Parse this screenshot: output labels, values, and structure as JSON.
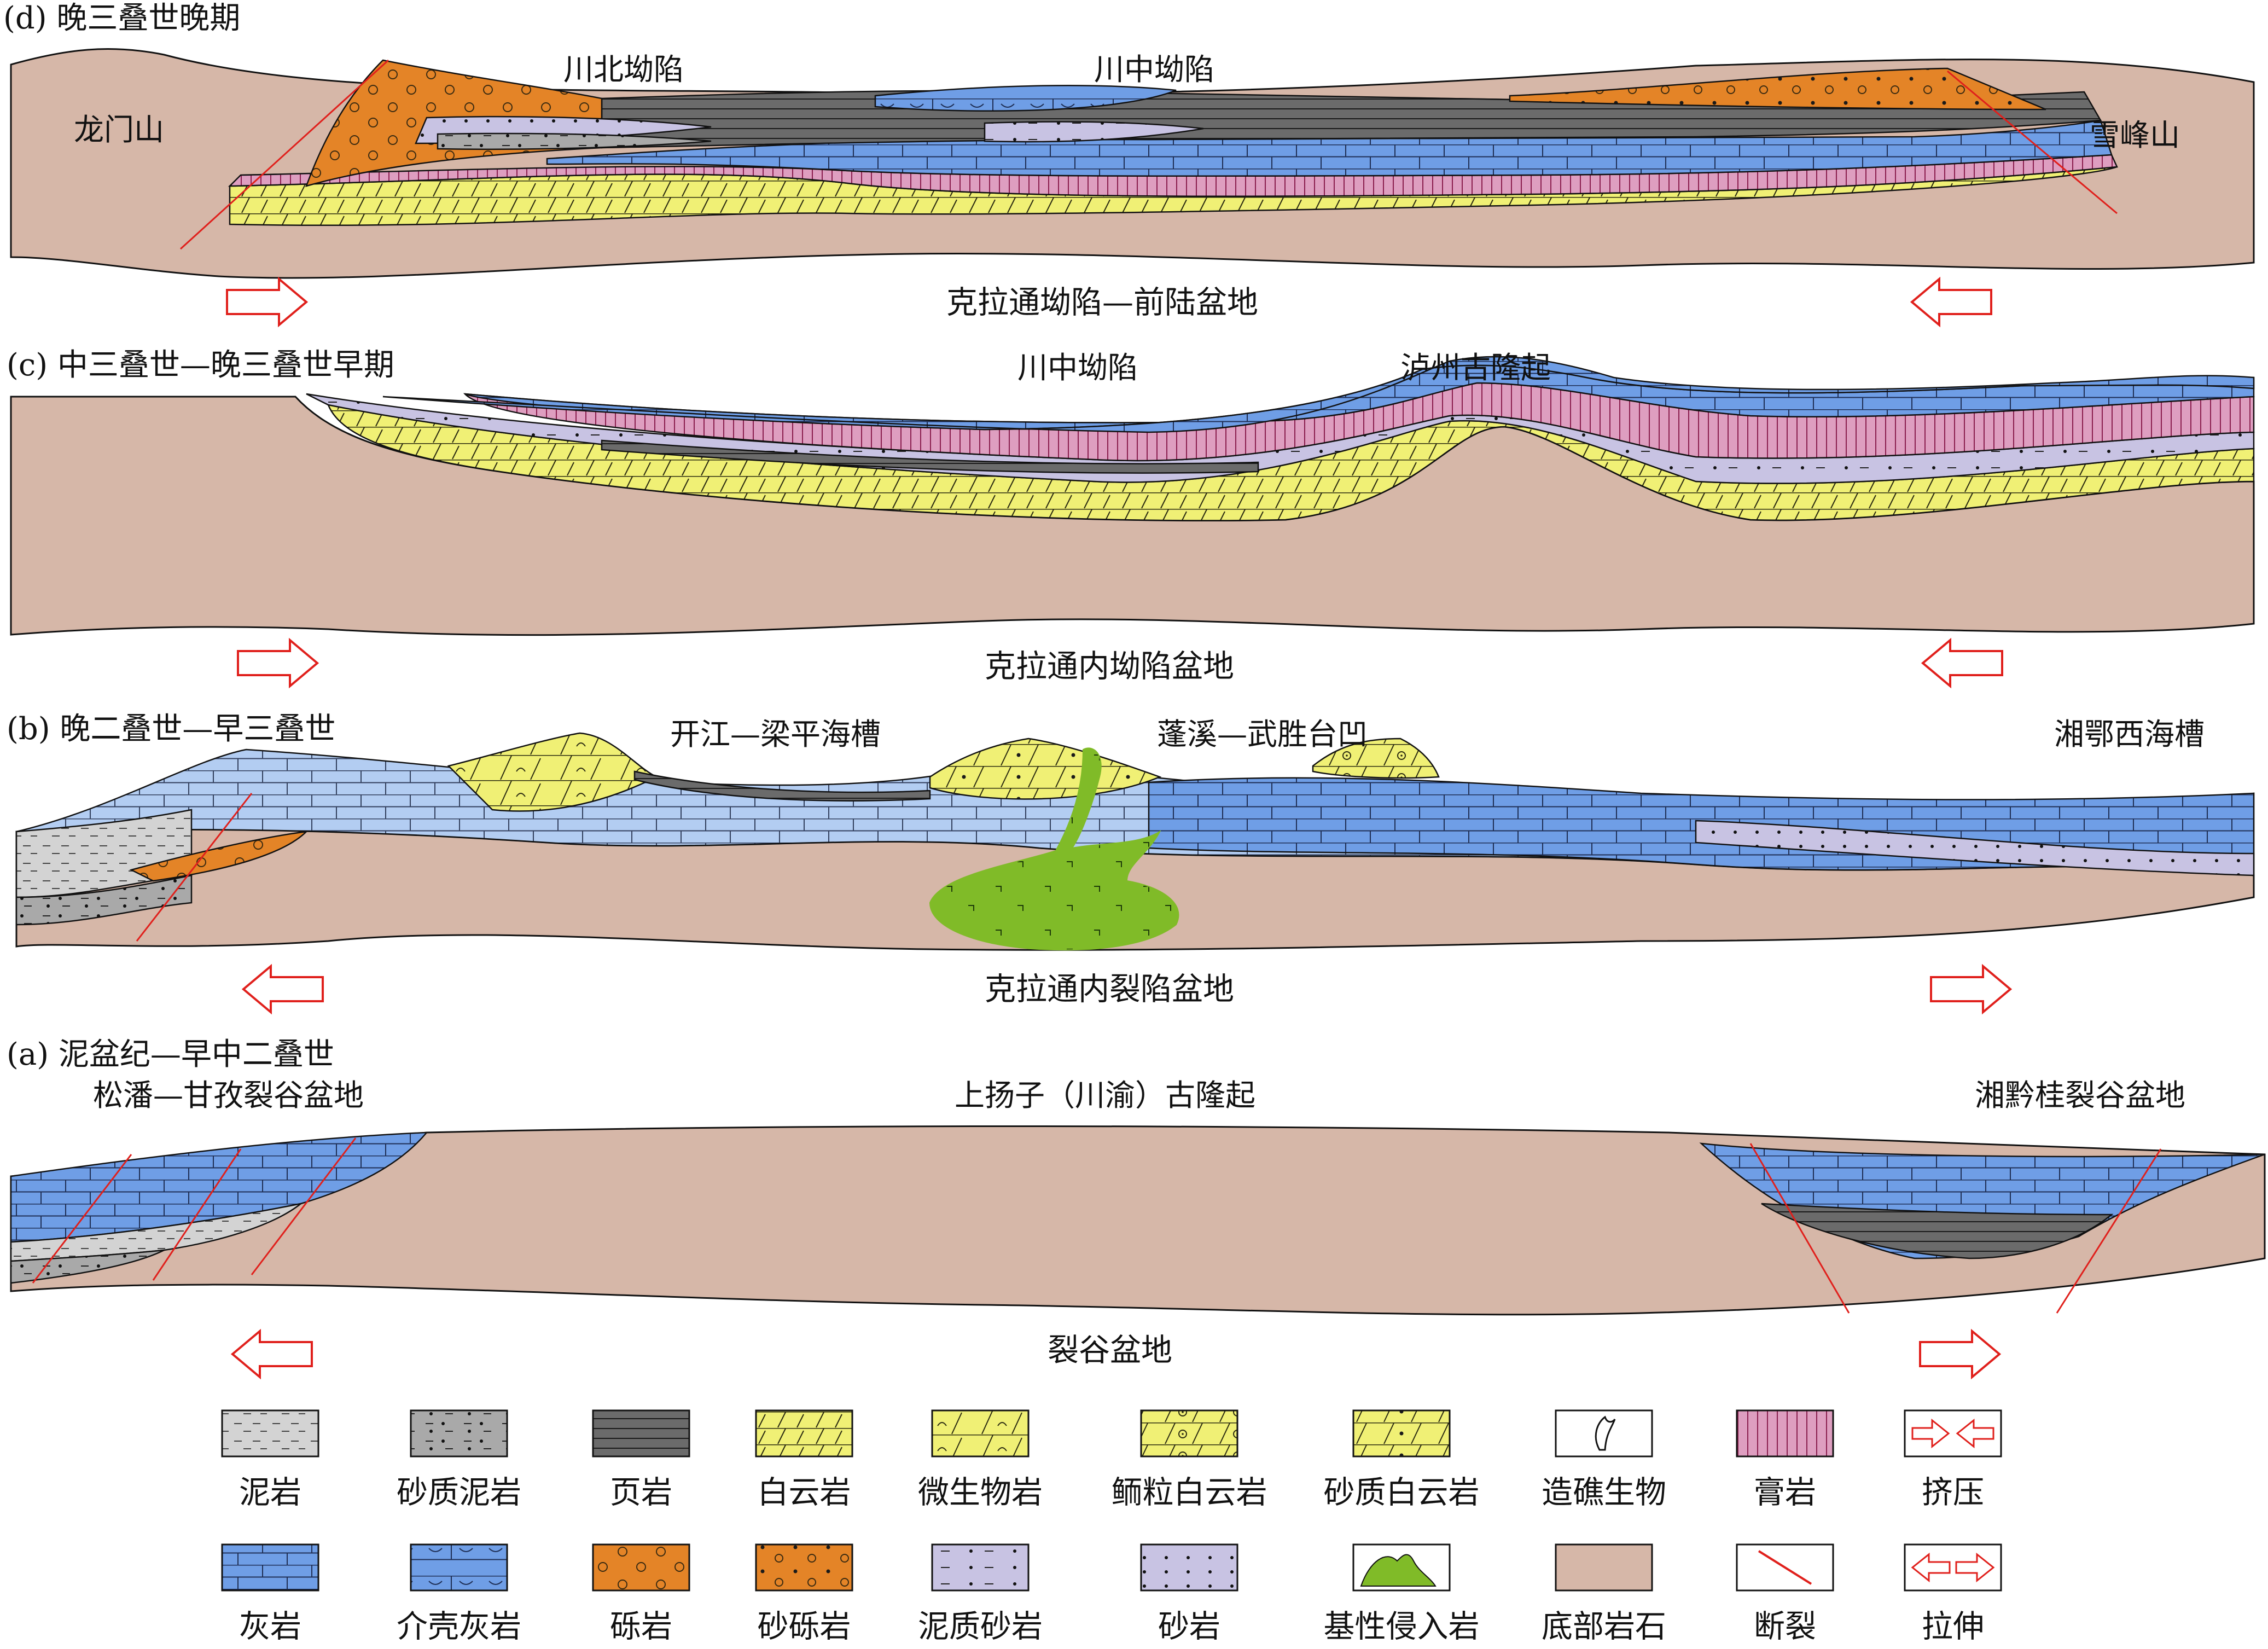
{
  "panels": {
    "d": {
      "title": "(d) 晚三叠世晚期",
      "caption": "克拉通坳陷—前陆盆地",
      "labels": {
        "longmen": "龙门山",
        "chuanbei": "川北坳陷",
        "chuanzhong": "川中坳陷",
        "xuefeng": "雪峰山"
      },
      "stress": "compression"
    },
    "c": {
      "title": "(c) 中三叠世—晚三叠世早期",
      "caption": "克拉通内坳陷盆地",
      "labels": {
        "chuanzhong": "川中坳陷",
        "luzhou": "泸州古隆起"
      },
      "stress": "compression"
    },
    "b": {
      "title": "(b) 晚二叠世—早三叠世",
      "caption": "克拉通内裂陷盆地",
      "labels": {
        "kaijiang": "开江—梁平海槽",
        "pengxi": "蓬溪—武胜台凹",
        "xiange": "湘鄂西海槽"
      },
      "stress": "extension"
    },
    "a": {
      "title": "(a) 泥盆纪—早中二叠世",
      "caption": "裂谷盆地",
      "labels": {
        "songpan": "松潘—甘孜裂谷盆地",
        "yangtze": "上扬子（川渝）古隆起",
        "xiangqian": "湘黔桂裂谷盆地"
      },
      "stress": "extension"
    }
  },
  "legend": [
    {
      "label": "泥岩",
      "icon": "mudstone-pattern",
      "color": "#d3d3d3"
    },
    {
      "label": "砂质泥岩",
      "icon": "sandy-mudstone-pattern",
      "color": "#a9a9a9"
    },
    {
      "label": "页岩",
      "icon": "shale-pattern",
      "color": "#6b6b6b"
    },
    {
      "label": "白云岩",
      "icon": "dolomite-pattern",
      "color": "#f0f075"
    },
    {
      "label": "微生物岩",
      "icon": "microbialite-pattern",
      "color": "#f0f075"
    },
    {
      "label": "鲕粒白云岩",
      "icon": "oolitic-dolomite-pattern",
      "color": "#f0f075"
    },
    {
      "label": "砂质白云岩",
      "icon": "sandy-dolomite-pattern",
      "color": "#f0f075"
    },
    {
      "label": "造礁生物",
      "icon": "reef-organism-icon",
      "color": "#ffffff"
    },
    {
      "label": "膏岩",
      "icon": "gypsum-pattern",
      "color": "#de9ec0"
    },
    {
      "label": "挤压",
      "icon": "compression-arrows-icon",
      "color": "#e0201c"
    },
    {
      "label": "灰岩",
      "icon": "limestone-pattern",
      "color": "#6f9ee6"
    },
    {
      "label": "介壳灰岩",
      "icon": "shell-limestone-pattern",
      "color": "#6f9ee6"
    },
    {
      "label": "砾岩",
      "icon": "conglomerate-pattern",
      "color": "#e48427"
    },
    {
      "label": "砂砾岩",
      "icon": "glutenite-pattern",
      "color": "#e48427"
    },
    {
      "label": "泥质砂岩",
      "icon": "argillaceous-sandstone-pattern",
      "color": "#c8c3e3"
    },
    {
      "label": "砂岩",
      "icon": "sandstone-pattern",
      "color": "#c8c3e3"
    },
    {
      "label": "基性侵入岩",
      "icon": "basic-intrusion-icon",
      "color": "#80bb28"
    },
    {
      "label": "底部岩石",
      "icon": "basement-rock-pattern",
      "color": "#d6b7a8"
    },
    {
      "label": "断裂",
      "icon": "fault-line-icon",
      "color": "#e0201c"
    },
    {
      "label": "拉伸",
      "icon": "extension-arrows-icon",
      "color": "#e0201c"
    }
  ]
}
